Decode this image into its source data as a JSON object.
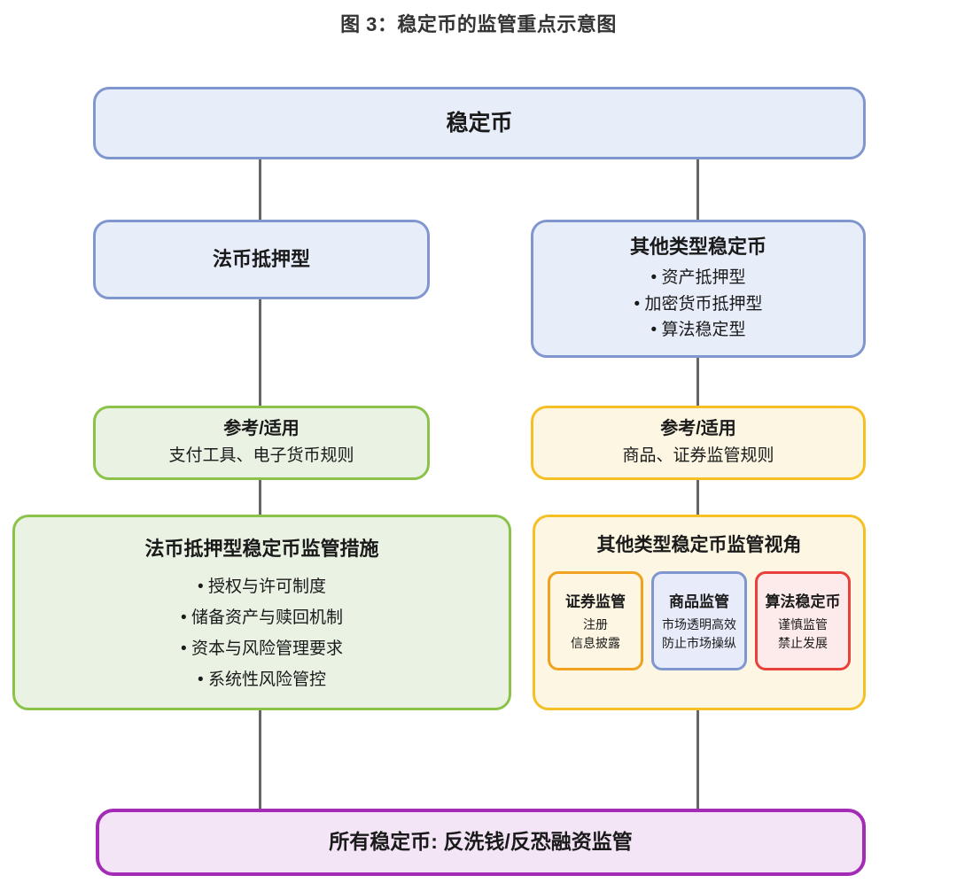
{
  "figure": {
    "title": "图 3：稳定币的监管重点示意图"
  },
  "colors": {
    "blue_border": "#7f96cf",
    "blue_fill": "#e8edfa",
    "green_border": "#8bc34a",
    "green_fill": "#e9f2e3",
    "amber_border": "#f5c026",
    "amber_fill": "#fdf6e3",
    "orange_border": "#f0a21e",
    "red_border": "#e8403a",
    "red_fill": "#fdeaea",
    "purple_border": "#a32bb5",
    "purple_fill": "#f3e5f6",
    "connector": "#666666",
    "title_text": "#333333"
  },
  "nodes": {
    "root": {
      "title": "稳定币"
    },
    "fiat_backed": {
      "title": "法币抵押型"
    },
    "other_types": {
      "title": "其他类型稳定币",
      "items": [
        "资产抵押型",
        "加密货币抵押型",
        "算法稳定型"
      ]
    },
    "reference_left": {
      "title": "参考/适用",
      "subtitle": "支付工具、电子货币规则"
    },
    "reference_right": {
      "title": "参考/适用",
      "subtitle": "商品、证券监管规则"
    },
    "measures": {
      "title": "法币抵押型稳定币监管措施",
      "items": [
        "授权与许可制度",
        "储备资产与赎回机制",
        "资本与风险管理要求",
        "系统性风险管控"
      ]
    },
    "views": {
      "title": "其他类型稳定币监管视角",
      "subnodes": [
        {
          "title": "证券监管",
          "lines": [
            "注册",
            "信息披露"
          ],
          "theme": "orange"
        },
        {
          "title": "商品监管",
          "lines": [
            "市场透明高效",
            "防止市场操纵"
          ],
          "theme": "blue"
        },
        {
          "title": "算法稳定币",
          "lines": [
            "谨慎监管",
            "禁止发展"
          ],
          "theme": "red"
        }
      ]
    },
    "aml": {
      "title": "所有稳定币: 反洗钱/反恐融资监管"
    }
  }
}
